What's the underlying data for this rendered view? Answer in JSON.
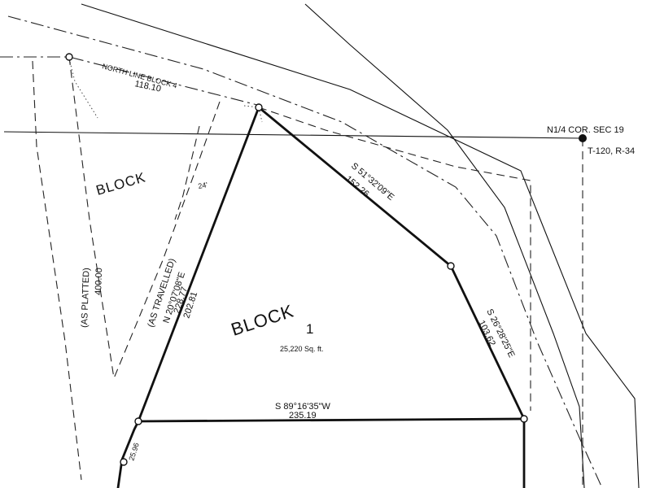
{
  "labels": {
    "north_line_block": "NORTH LINE BLOCK 4",
    "north_line_distance": "118.10",
    "section_corner": "N1/4 COR. SEC 19",
    "township_range": "T-120, R-34",
    "block_upper_left": "BLOCK",
    "road_width": "24'",
    "as_platted": "(AS PLATTED)",
    "as_platted_distance": "400.00",
    "as_travelled": "(AS TRAVELLED)",
    "west_bearing": "N 20°07'08\"E",
    "west_distance_1": "228.77",
    "west_distance_2": "202.81",
    "block_main": "BLOCK",
    "block_number": "1",
    "area": "25,220 Sq. ft.",
    "northeast_bearing": "S 51°32'09\"E",
    "northeast_distance": "152.26",
    "east_bearing": "S 26°28'25\"E",
    "east_distance": "103.62",
    "south_bearing": "S 89°16'35\"W",
    "south_distance": "235.19",
    "southwest_distance": "25.96"
  }
}
